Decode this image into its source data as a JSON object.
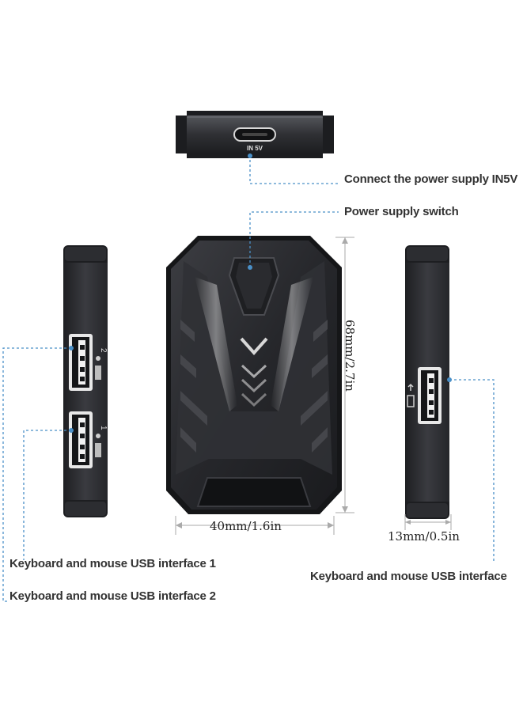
{
  "labels": {
    "power_in": "Connect the power supply IN5V",
    "power_switch": "Power supply switch",
    "usb_interface_1": "Keyboard and mouse USB interface 1",
    "usb_interface_2": "Keyboard and mouse USB interface 2",
    "usb_interface_right": "Keyboard and mouse USB interface"
  },
  "port_marking": "IN 5V",
  "port_numbers": {
    "upper": "2",
    "lower": "1"
  },
  "dimensions": {
    "width": "40mm/1.6in",
    "height": "68mm/2.7in",
    "depth": "13mm/0.5in"
  },
  "colors": {
    "leader_line": "#4a90c8",
    "device_body": "#2b2c30",
    "device_edge": "#5a5c62",
    "label_text": "#333333"
  }
}
